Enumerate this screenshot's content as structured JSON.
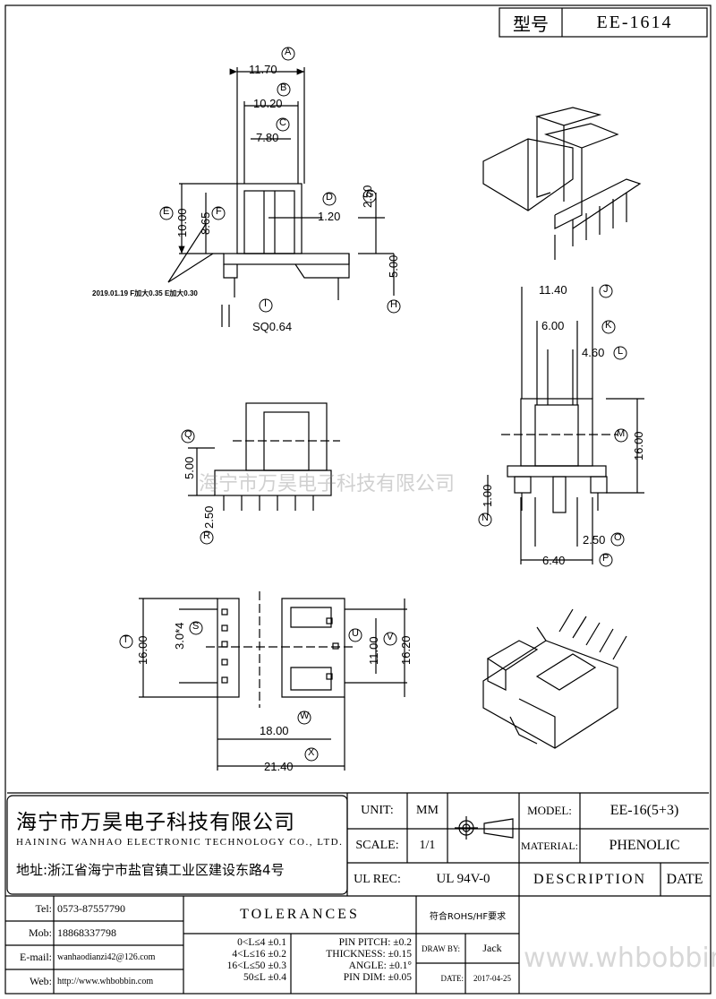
{
  "header": {
    "label": "型号",
    "value": "EE-1614"
  },
  "dimensions": {
    "front": [
      "11.70",
      "10.20",
      "7.80",
      "1.20",
      "2.50",
      "10.00",
      "8.65",
      "5.00",
      "SQ0.64"
    ],
    "side": [
      "11.40",
      "6.00",
      "4.60",
      "16.00",
      "1.00",
      "2.50",
      "6.40"
    ],
    "bottom_front": [
      "5.00",
      "2.50"
    ],
    "bottom": [
      "3.0*4",
      "16.00",
      "18.00",
      "21.40",
      "11.00",
      "16.20"
    ]
  },
  "markers": [
    "A",
    "B",
    "C",
    "D",
    "E",
    "F",
    "G",
    "H",
    "I",
    "J",
    "K",
    "L",
    "M",
    "N",
    "O",
    "P",
    "Q",
    "R",
    "S",
    "T",
    "U",
    "V",
    "W",
    "X"
  ],
  "revision_note": "2019.01.19 F加大0.35 E加大0.30",
  "watermark": "海宁市万昊电子科技有限公司",
  "company": {
    "name_cn": "海宁市万昊电子科技有限公司",
    "name_en": "HAINING WANHAO ELECTRONIC TECHNOLOGY CO., LTD.",
    "address": "地址:浙江省海宁市盐官镇工业区建设东路4号"
  },
  "contacts": [
    {
      "label": "Tel:",
      "value": "0573-87557790"
    },
    {
      "label": "Mob:",
      "value": "18868337798"
    },
    {
      "label": "E-mail:",
      "value": "wanhaodianzi42@126.com"
    },
    {
      "label": "Web:",
      "value": "http://www.whbobbin.com"
    }
  ],
  "specs": {
    "unit_label": "UNIT:",
    "unit_value": "MM",
    "scale_label": "SCALE:",
    "scale_value": "1/1",
    "ulrec_label": "UL REC:",
    "ulrec_value": "UL 94V-0",
    "model_label": "MODEL:",
    "model_value": "EE-16(5+3)",
    "material_label": "MATERIAL:",
    "material_value": "PHENOLIC",
    "description": "DESCRIPTION",
    "date": "DATE",
    "rohs": "符合ROHS/HF要求",
    "drawby_label": "DRAW BY:",
    "drawby_value": "Jack",
    "date_label": "DATE:",
    "date_value": "2017-04-25"
  },
  "tolerances": {
    "title": "TOLERANCES",
    "ranges": [
      "0<L≤4 ±0.1",
      "4<L≤16 ±0.2",
      "16<L≤50 ±0.3",
      "50≤L ±0.4"
    ],
    "items": [
      "PIN PITCH: ±0.2",
      "THICKNESS: ±0.15",
      "ANGLE: ±0.1°",
      "PIN DIM: ±0.05"
    ]
  },
  "footer_watermark": "www.whbobbin.com"
}
